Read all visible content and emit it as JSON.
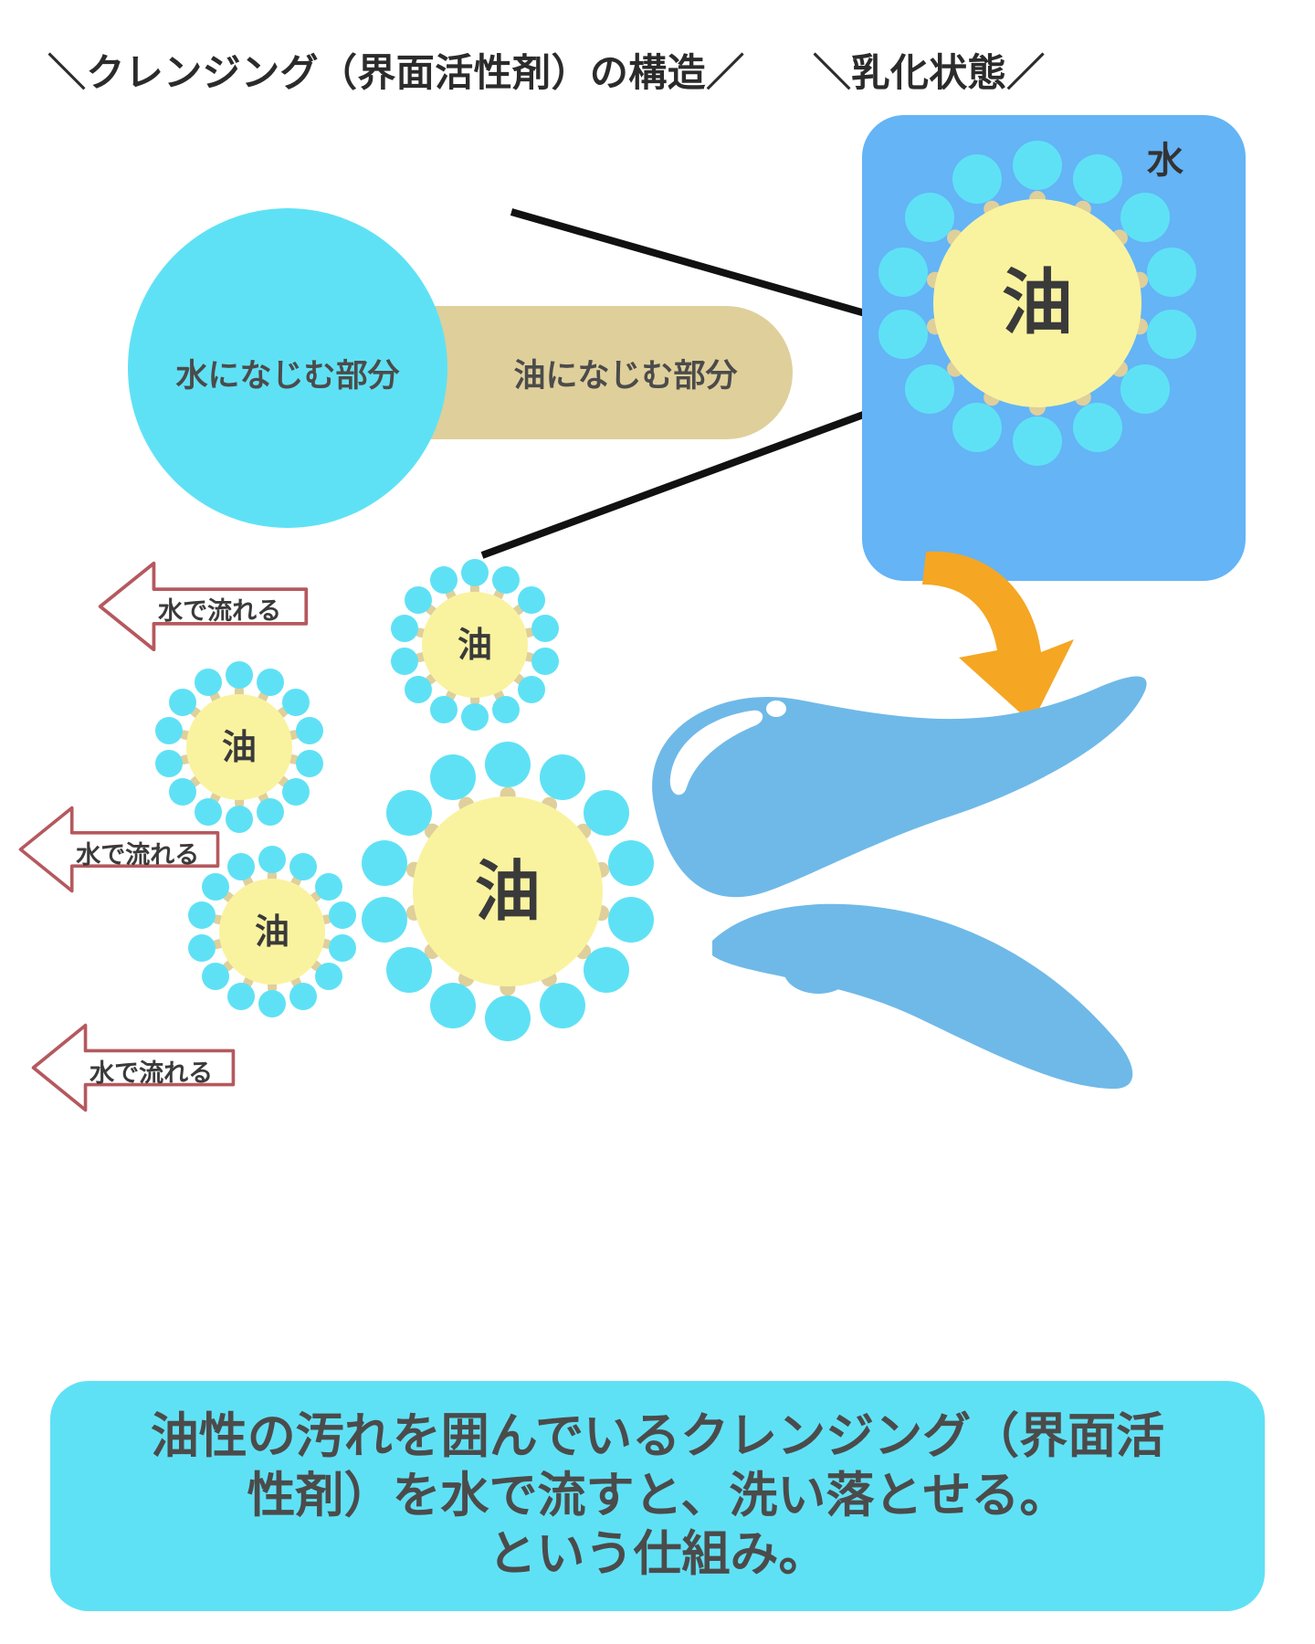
{
  "headings": {
    "structure": "＼クレンジング（界面活性剤）の構造／",
    "emulsion": "＼乳化状態／"
  },
  "surfactant": {
    "hydrophilic_label": "水になじむ部分",
    "lipophilic_label": "油になじむ部分",
    "hydrophilic_color": "#5FE1F5",
    "lipophilic_color": "#DFCF9B"
  },
  "emulsion": {
    "box_color": "#64B4F6",
    "water_label": "水",
    "oil_label": "油",
    "oil_core_color": "#F9F3A0",
    "head_color": "#5FE1F5",
    "tail_color": "#DFCF9B"
  },
  "micelles": [
    {
      "name": "micelle-large-box",
      "label": "油"
    },
    {
      "name": "micelle-small-top",
      "label": "油"
    },
    {
      "name": "micelle-small-left",
      "label": "油"
    },
    {
      "name": "micelle-small-bottom",
      "label": "油"
    },
    {
      "name": "micelle-large-bottom",
      "label": "油"
    }
  ],
  "flow_arrows": [
    {
      "name": "flow-arrow-1",
      "label": "水で流れる"
    },
    {
      "name": "flow-arrow-2",
      "label": "水で流れる"
    },
    {
      "name": "flow-arrow-3",
      "label": "水で流れる"
    }
  ],
  "arrow_style": {
    "stroke_color": "#B5595E",
    "fill_color": "#FFFFFF"
  },
  "rinse_arrow": {
    "name": "orange-down-arrow",
    "color": "#F5A623"
  },
  "splash": {
    "name": "water-splash",
    "color": "#6FB9E8",
    "highlight_color": "#FFFFFF"
  },
  "caption": {
    "background": "#5FE1F5",
    "lines": [
      "油性の汚れを囲んでいるクレンジング（界面活",
      "性剤）を水で流すと、洗い落とせる。",
      "という仕組み。"
    ]
  }
}
